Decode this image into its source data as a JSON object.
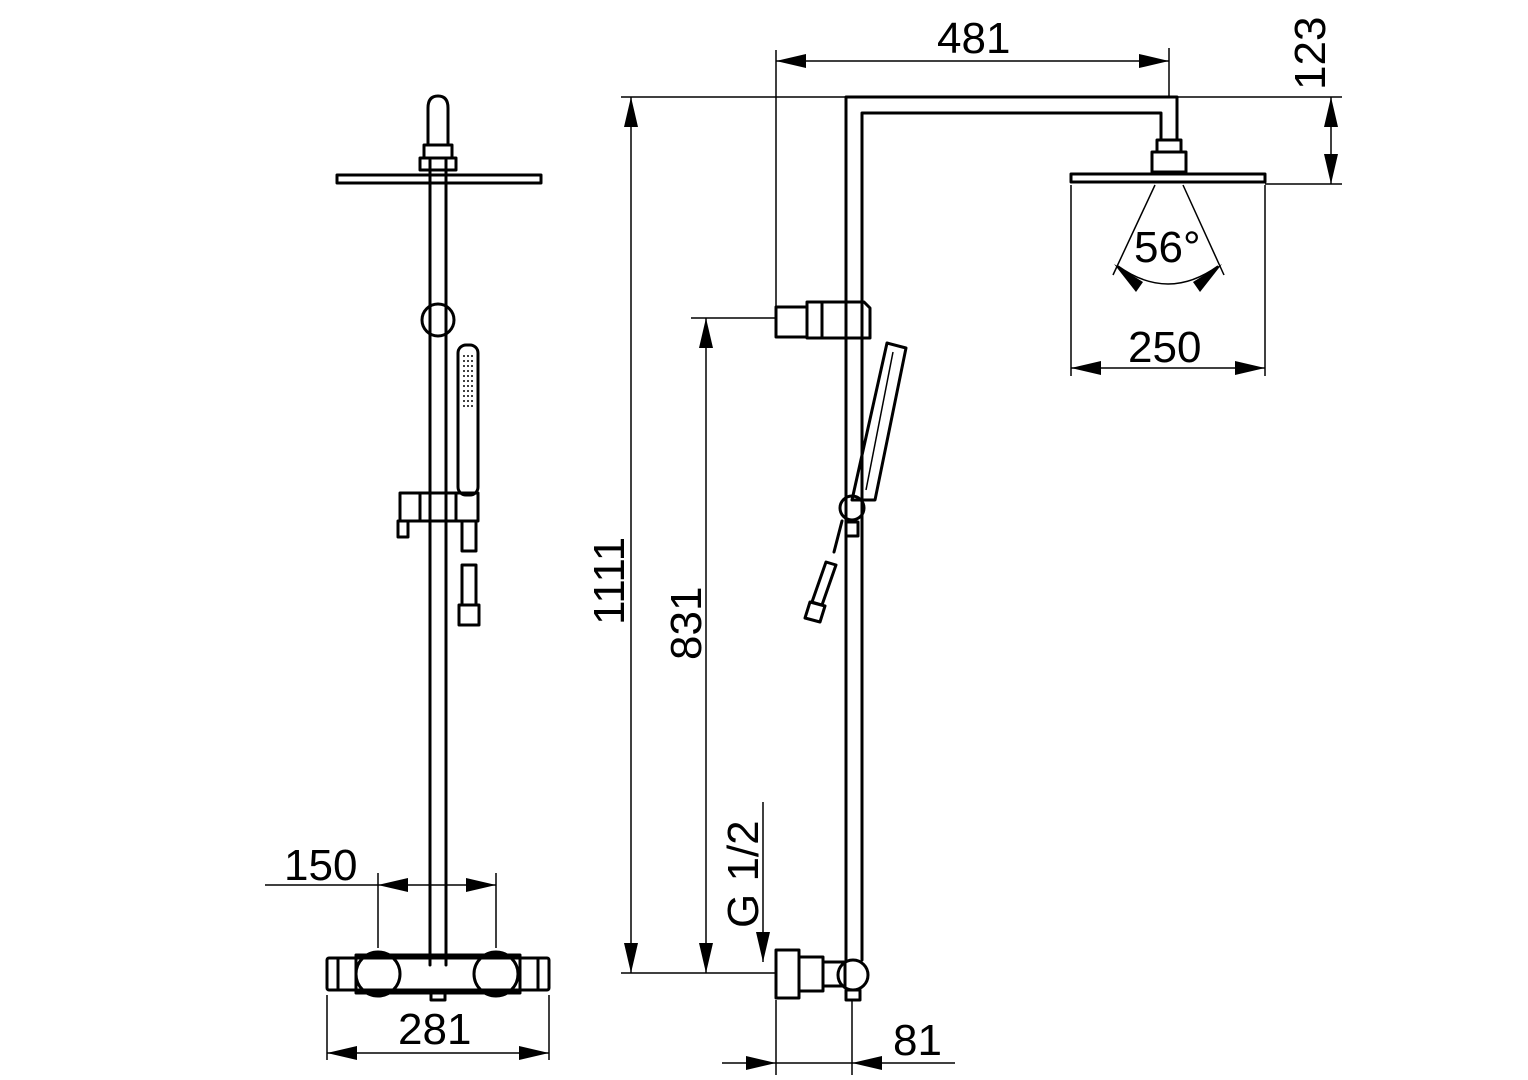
{
  "drawing": {
    "colors": {
      "line": "#000000",
      "background": "#ffffff"
    },
    "dimensions": {
      "overall_height": "1111",
      "hand_holder_height": "831",
      "arm_projection": "481",
      "head_drop": "123",
      "spray_angle": "56°",
      "head_diameter": "250",
      "thermostat_width": "281",
      "inlet_spacing": "150",
      "wall_offset": "81",
      "inlet_thread": "G 1/2"
    }
  }
}
